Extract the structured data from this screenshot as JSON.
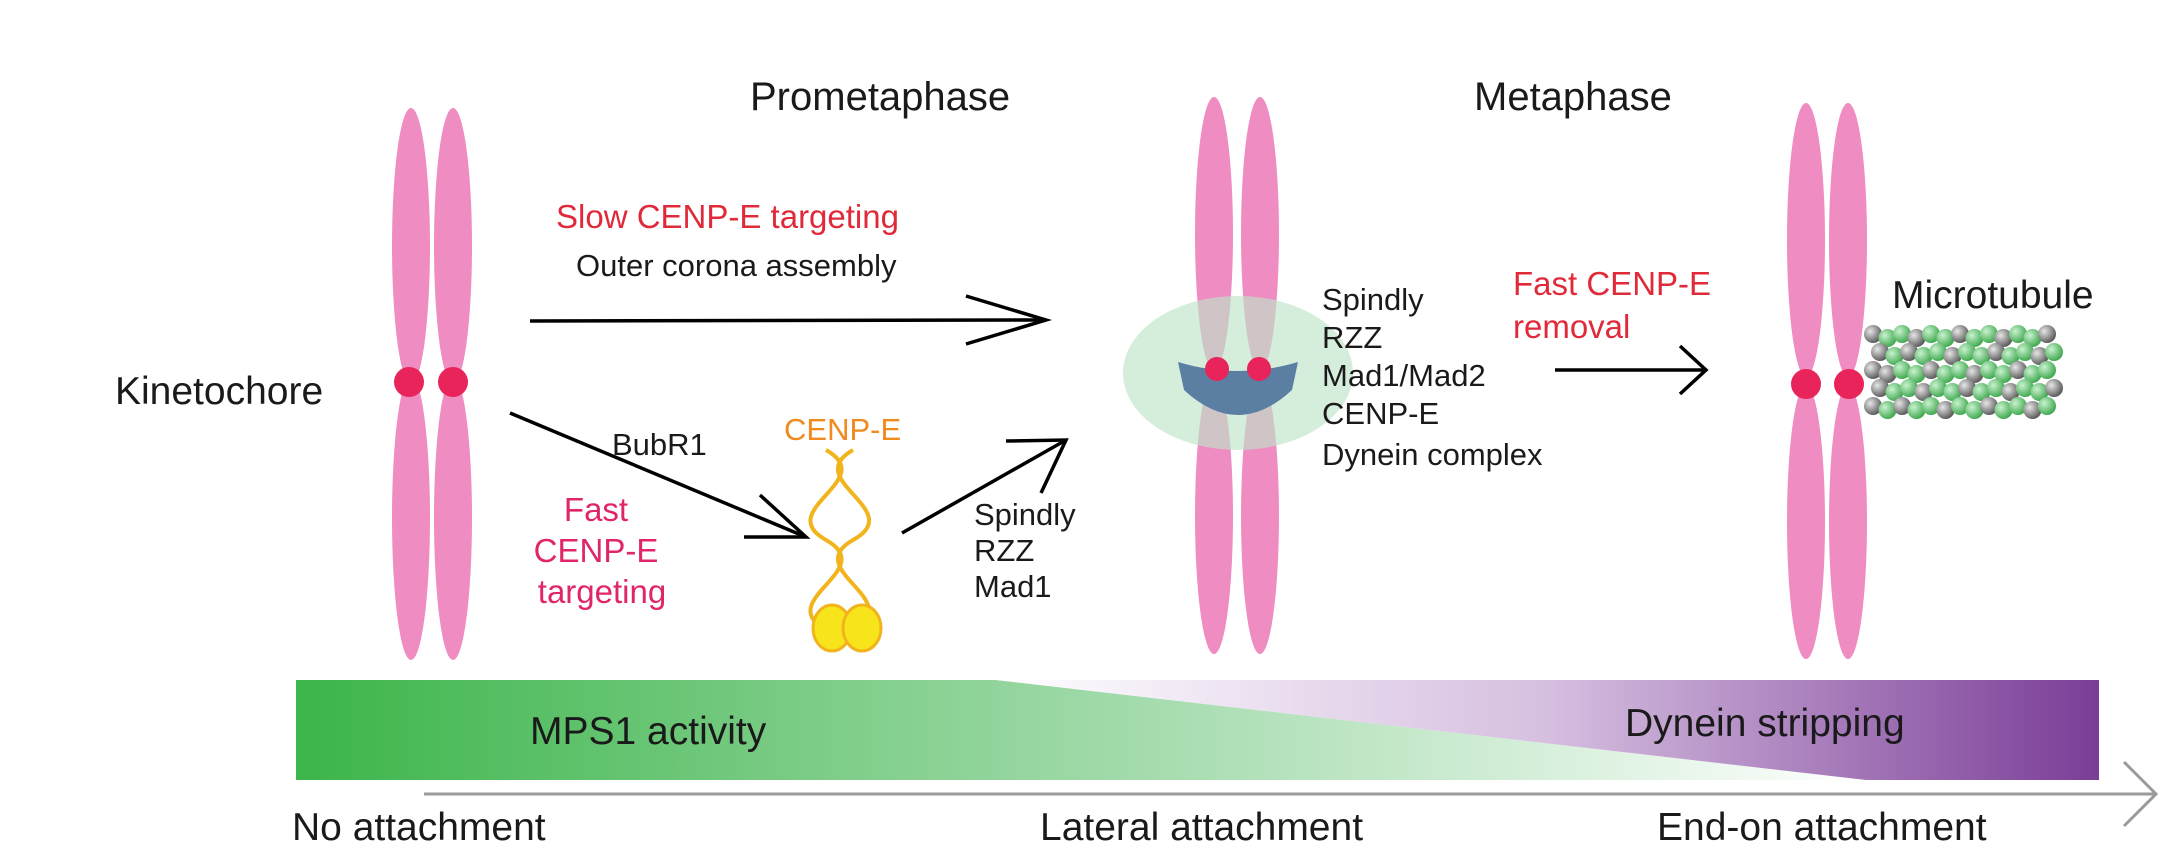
{
  "colors": {
    "chromatid": "#ef8cc2",
    "kinetochore": "#e8245a",
    "red_text": "#e02a3a",
    "pink_text": "#e0256a",
    "cenpe_orange": "#f08a1e",
    "cenpe_gold": "#f2b41c",
    "cenpe_yellow": "#f7e41a",
    "corona_green": "#cfe8d6",
    "corona_blue": "#5a7fa3",
    "mps1_green": "#3cb54a",
    "dynein_purple": "#7a3d97",
    "axis_gray": "#9a9a9a",
    "tubulin_gray": "#7b7b7b",
    "tubulin_green": "#5cc56a"
  },
  "icons": [
    "chromosome-icon",
    "cenpe-motor-icon",
    "fibrous-corona-icon",
    "microtubule-icon"
  ],
  "labels": {
    "prometaphase": "Prometaphase",
    "metaphase": "Metaphase",
    "kinetochore": "Kinetochore",
    "slow_cenpe_targeting": "Slow CENP-E targeting",
    "outer_corona_assembly": "Outer corona assembly",
    "bubr1": "BubR1",
    "fast_cenpe_targeting": [
      "Fast",
      "CENP-E",
      "targeting"
    ],
    "cenpe": "CENP-E",
    "corona_factors_small": [
      "Spindly",
      "RZZ",
      "Mad1"
    ],
    "corona_factors_full": [
      "Spindly",
      "RZZ",
      "Mad1/Mad2",
      "CENP-E",
      "Dynein complex"
    ],
    "fast_cenpe_removal": [
      "Fast CENP-E",
      "removal"
    ],
    "microtubule": "Microtubule",
    "mps1_activity": "MPS1 activity",
    "dynein_stripping": "Dynein stripping"
  },
  "attachment_axis": [
    "No attachment",
    "Lateral attachment",
    "End-on attachment"
  ]
}
